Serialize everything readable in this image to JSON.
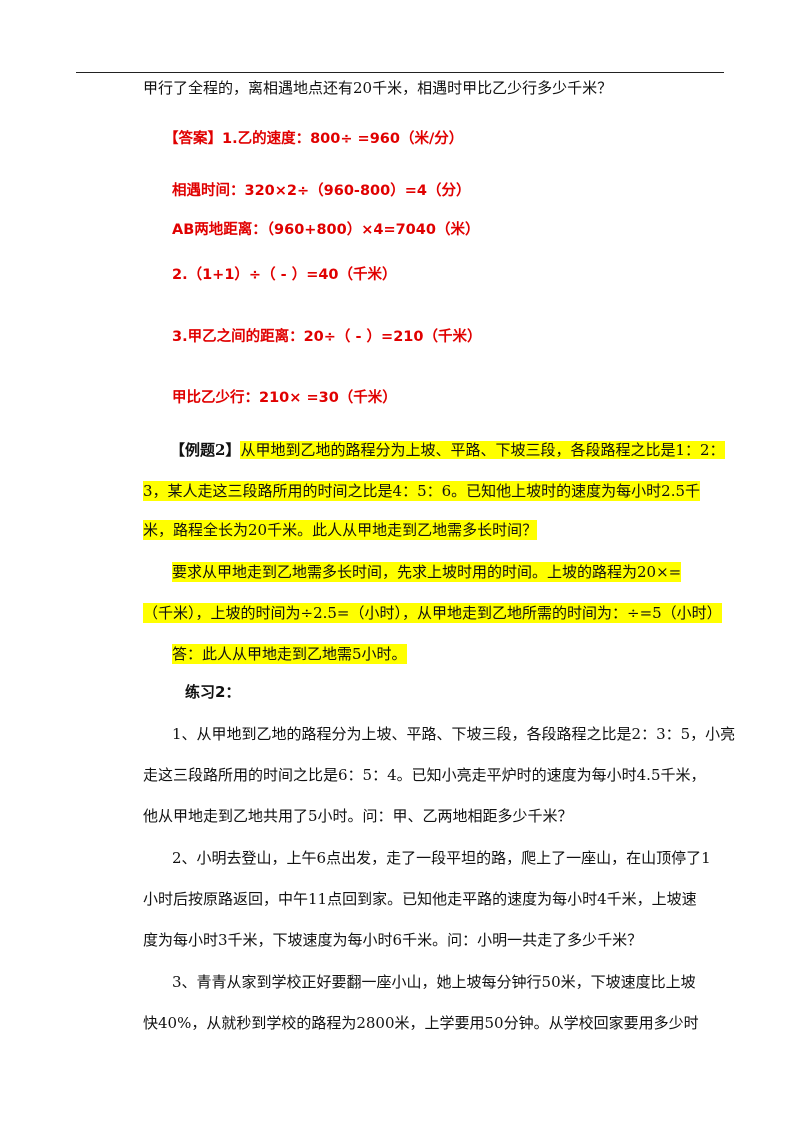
{
  "intro_line": "甲行了全程的，离相遇地点还有20千米，相遇时甲比乙少行多少千米？",
  "answer": {
    "tag": "【答案】",
    "l1": "1.乙的速度：800÷   =960（米/分）",
    "l2": "相遇时间：320×2÷（960-800）=4（分）",
    "l3": "AB两地距离：（960+800）×4=7040（米）",
    "l4": "2.（1+1）÷（  -  ）=40（千米）",
    "l5": "3.甲乙之间的距离：20÷（      -   ）=210（千米）",
    "l6": "甲比乙少行：210×      =30（千米）"
  },
  "example2": {
    "tag": "【例题2】",
    "l1": "从甲地到乙地的路程分为上坡、平路、下坡三段，各段路程之比是1：2：",
    "l2": "3，某人走这三段路所用的时间之比是4：5：6。已知他上坡时的速度为每小时2.5千",
    "l3": "米，路程全长为20千米。此人从甲地走到乙地需多长时间？",
    "s1": "要求从甲地走到乙地需多长时间，先求上坡时用的时间。上坡的路程为20×=",
    "s2": "（千米），上坡的时间为÷2.5=（小时），从甲地走到乙地所需的时间为：÷=5（小时）",
    "s3": "答：此人从甲地走到乙地需5小时。"
  },
  "practice": {
    "heading": "练习2：",
    "q1_l1": "1、从甲地到乙地的路程分为上坡、平路、下坡三段，各段路程之比是2：3：5，小亮",
    "q1_l2": "走这三段路所用的时间之比是6：5：4。已知小亮走平炉时的速度为每小时4.5千米，",
    "q1_l3": "他从甲地走到乙地共用了5小时。问：甲、乙两地相距多少千米？",
    "q2_l1": "2、小明去登山，上午6点出发，走了一段平坦的路，爬上了一座山，在山顶停了1",
    "q2_l2": "小时后按原路返回，中午11点回到家。已知他走平路的速度为每小时4千米，上坡速",
    "q2_l3": "度为每小时3千米，下坡速度为每小时6千米。问：小明一共走了多少千米？",
    "q3_l1": "3、青青从家到学校正好要翻一座小山，她上坡每分钟行50米，下坡速度比上坡",
    "q3_l2": "快40%，从就秒到学校的路程为2800米，上学要用50分钟。从学校回家要用多少时"
  },
  "colors": {
    "answer_red": "#e00000",
    "highlight": "#ffff00"
  }
}
